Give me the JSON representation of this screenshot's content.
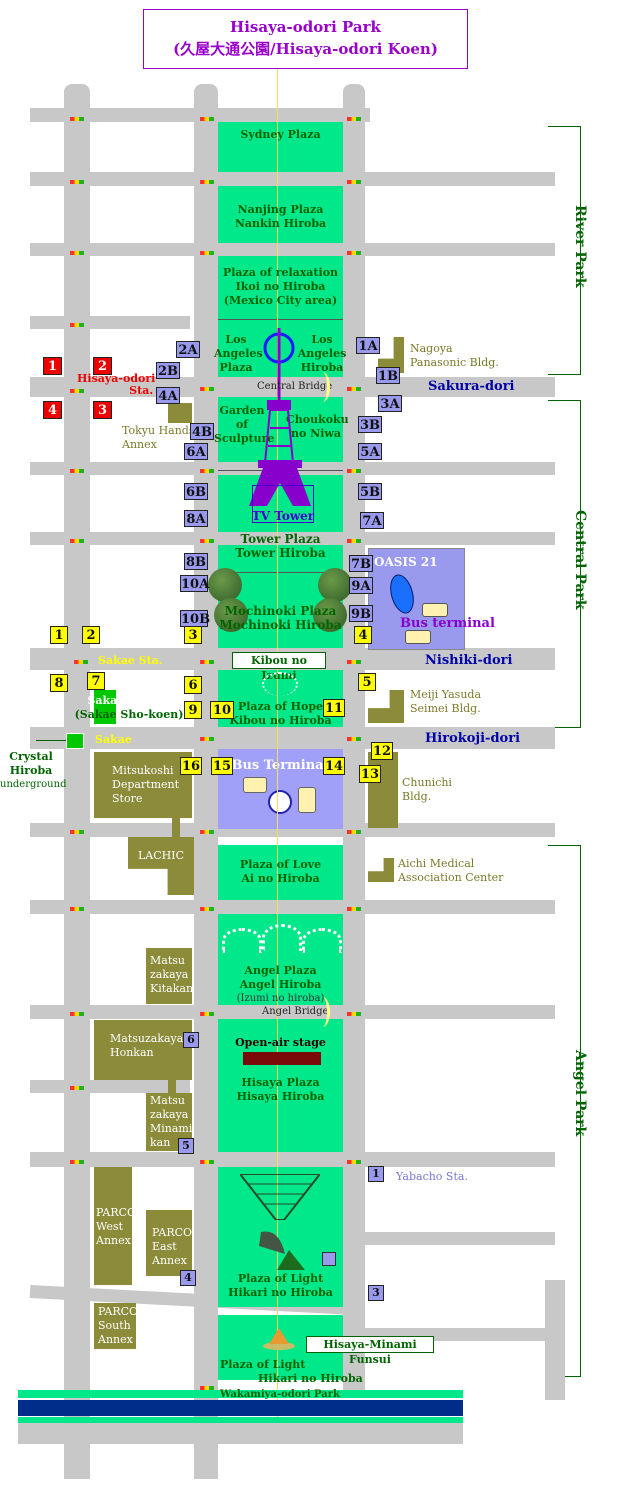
{
  "title": {
    "line1": "Hisaya-odori Park",
    "line2": "(久屋大通公園/Hisaya-odori Koen)"
  },
  "sections": {
    "river": "River Park",
    "central": "Central Park",
    "angel": "Angel Park"
  },
  "streets": {
    "sakura": "Sakura-dori",
    "nishiki": "Nishiki-dori",
    "hirokoji": "Hirokoji-dori"
  },
  "plazas": {
    "sydney": "Sydney Plaza",
    "nanjing": [
      "Nanjing Plaza",
      "Nankin Hiroba"
    ],
    "relax": [
      "Plaza of relaxation",
      "Ikoi no Hiroba",
      "(Mexico City area)"
    ],
    "la_left": [
      "Los",
      "Angeles",
      "Plaza"
    ],
    "la_right": [
      "Los",
      "Angeles",
      "Hiroba"
    ],
    "garden": [
      "Garden",
      "of",
      "Sculpture"
    ],
    "choukoku": [
      "Choukoku",
      "no Niwa"
    ],
    "tv_tower": "TV Tower",
    "tower_plaza": [
      "Tower Plaza",
      "Tower Hiroba"
    ],
    "mochinoki": [
      "Mochinoki Plaza",
      "Mochinoki Hiroba"
    ],
    "hope": [
      "Plaza of Hope",
      "Kibou no Hiroba"
    ],
    "bus_terminal": "Bus Terminal",
    "love": [
      "Plaza of Love",
      "Ai no Hiroba"
    ],
    "angel": [
      "Angel Plaza",
      "Angel Hiroba",
      "(Izumi no hiroba)"
    ],
    "open_air": "Open-air stage",
    "hisaya": [
      "Hisaya Plaza",
      "Hisaya Hiroba"
    ],
    "light": [
      "Plaza of Light",
      "Hikari no Hiroba"
    ],
    "light2": [
      "Plaza of Light",
      "Hikari no Hiroba"
    ],
    "wakamiya": "Wakamiya-odori Park"
  },
  "callouts": {
    "kibou": "Kibou no Izumi",
    "funsui": "Hisaya-Minami Funsui"
  },
  "bridges": {
    "central": "Central Bridge",
    "angel": "Angel Bridge"
  },
  "stations": {
    "hisaya_odori": "Hisaya-odori",
    "sta": "Sta.",
    "sakae_sta": "Sakae Sta.",
    "sakae": "Sakae",
    "yabacho": "Yabacho Sta."
  },
  "oasis": {
    "name": "OASIS 21",
    "bus": "Bus terminal"
  },
  "buildings": {
    "nagoya_panasonic": [
      "Nagoya",
      "Panasonic Bldg."
    ],
    "tokyu_hands": [
      "Tokyu Hands",
      "Annex"
    ],
    "meiji_yasuda": [
      "Meiji Yasuda",
      "Seimei Bldg."
    ],
    "chunichi": [
      "Chunichi",
      "Bldg."
    ],
    "aichi_medical": [
      "Aichi Medical",
      "Association Center"
    ],
    "mitsukoshi": [
      "Mitsukoshi",
      "Department",
      "Store"
    ],
    "lachic": "LACHIC",
    "matsu_kitakan": [
      "Matsu",
      "zakaya",
      "Kitakan"
    ],
    "matsu_honkan": [
      "Matsuzakaya",
      "Honkan"
    ],
    "matsu_minami": [
      "Matsu",
      "zakaya",
      "Minami",
      "kan"
    ],
    "parco_west": [
      "PARCO",
      "West",
      "Annex"
    ],
    "parco_east": [
      "PARCO",
      "East",
      "Annex"
    ],
    "parco_south": [
      "PARCO",
      "South",
      "Annex"
    ]
  },
  "sakae_hiroba": [
    "Sakae Hiroba",
    "(Sakae Sho-koen)"
  ],
  "crystal": [
    "Crystal",
    "Hiroba",
    "underground"
  ],
  "exits": {
    "red": [
      "1",
      "2",
      "4",
      "3"
    ],
    "blue_hisaya": [
      "2A",
      "2B",
      "4A",
      "4B",
      "6A",
      "6B",
      "8A",
      "8B",
      "10A",
      "10B",
      "1A",
      "1B",
      "3A",
      "3B",
      "5A",
      "5B",
      "7A",
      "7B",
      "9A",
      "9B"
    ],
    "yellow": [
      "1",
      "2",
      "3",
      "4",
      "5",
      "6",
      "7",
      "8",
      "9",
      "10",
      "11",
      "12",
      "13",
      "14",
      "15",
      "16"
    ],
    "blue_yaba": [
      "6",
      "5",
      "1",
      "4",
      "3"
    ]
  },
  "colors": {
    "park": "#00e88a",
    "road": "#c8c8c8",
    "building": "#8b8b3a",
    "station_blue": "#9999ee",
    "station_yellow": "#ffff00",
    "station_red": "#ee0000",
    "title_purple": "#9900cc"
  }
}
